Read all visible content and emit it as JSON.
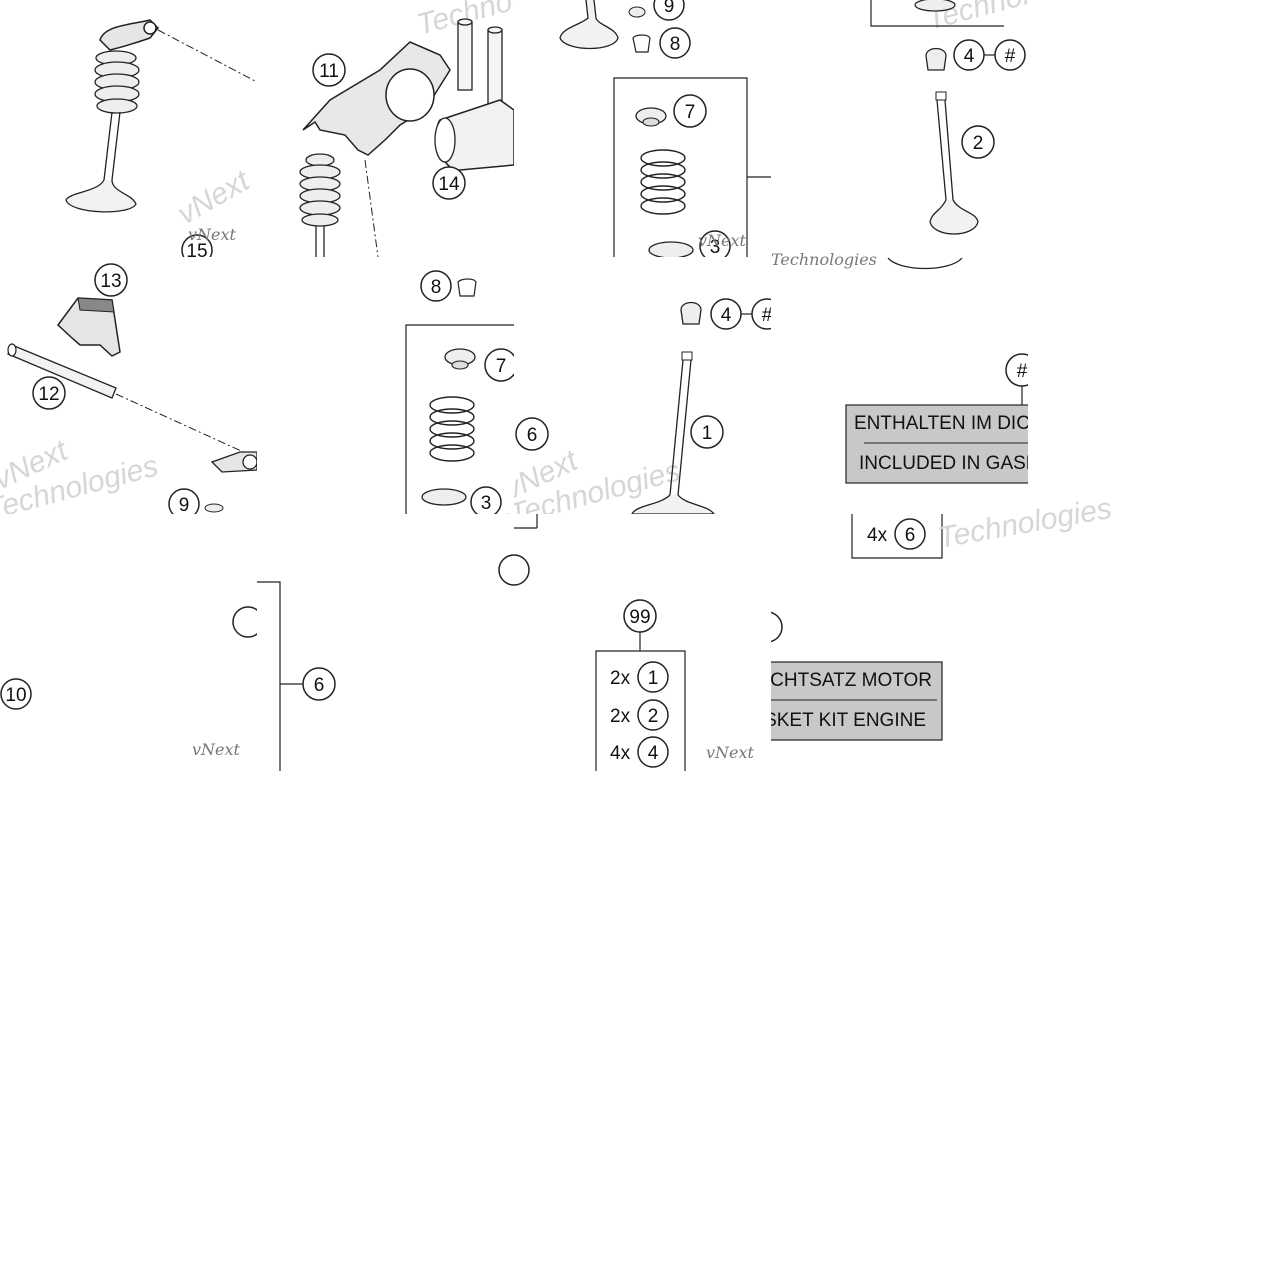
{
  "callouts": {
    "c1": "1",
    "c2": "2",
    "c3": "3",
    "c4": "4",
    "c6": "6",
    "c7": "7",
    "c8": "8",
    "c9": "9",
    "c10": "10",
    "c11": "11",
    "c12": "12",
    "c13": "13",
    "c14": "14",
    "c15": "15",
    "c99": "99",
    "hash": "#"
  },
  "kit": {
    "line_de": "ENTHALTEN IM DICHTSATZ MOTOR",
    "line_en": "INCLUDED IN GASKET KIT ENGINE",
    "qty_2x": "2x",
    "qty_4x": "4x"
  },
  "watermark": {
    "brand": "vNext Technologies",
    "part1": "vNext",
    "part2": "Technologies"
  }
}
